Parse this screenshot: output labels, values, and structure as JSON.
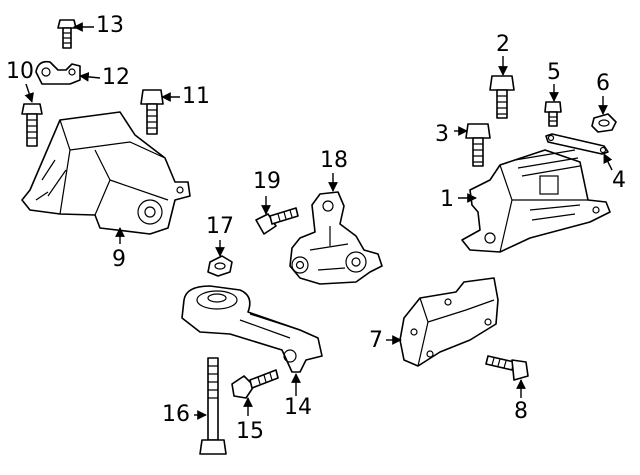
{
  "callouts": [
    {
      "id": "1",
      "label": "1"
    },
    {
      "id": "2",
      "label": "2"
    },
    {
      "id": "3",
      "label": "3"
    },
    {
      "id": "4",
      "label": "4"
    },
    {
      "id": "5",
      "label": "5"
    },
    {
      "id": "6",
      "label": "6"
    },
    {
      "id": "7",
      "label": "7"
    },
    {
      "id": "8",
      "label": "8"
    },
    {
      "id": "9",
      "label": "9"
    },
    {
      "id": "10",
      "label": "10"
    },
    {
      "id": "11",
      "label": "11"
    },
    {
      "id": "12",
      "label": "12"
    },
    {
      "id": "13",
      "label": "13"
    },
    {
      "id": "14",
      "label": "14"
    },
    {
      "id": "15",
      "label": "15"
    },
    {
      "id": "16",
      "label": "16"
    },
    {
      "id": "17",
      "label": "17"
    },
    {
      "id": "18",
      "label": "18"
    },
    {
      "id": "19",
      "label": "19"
    }
  ],
  "colors": {
    "ink": "#000000",
    "background": "#ffffff"
  }
}
